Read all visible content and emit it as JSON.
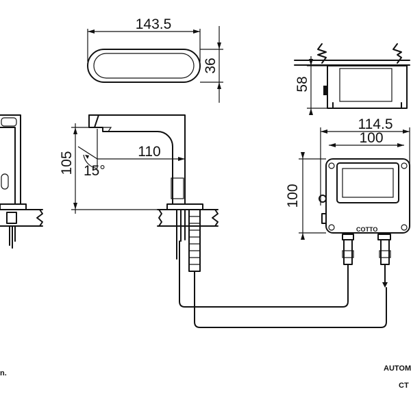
{
  "dimensions": {
    "top_length": "143.5",
    "top_height": "36",
    "box_height_side": "58",
    "box_outer_width": "114.5",
    "box_inner_width": "100",
    "box_height": "100",
    "spout_height": "105",
    "spout_reach": "110",
    "spout_angle": "15°"
  },
  "labels": {
    "brand": "COTTO",
    "note_left": "n.",
    "title_line1": "AUTOM",
    "title_line2": "CT"
  },
  "colors": {
    "line": "#111111",
    "background": "#ffffff"
  }
}
